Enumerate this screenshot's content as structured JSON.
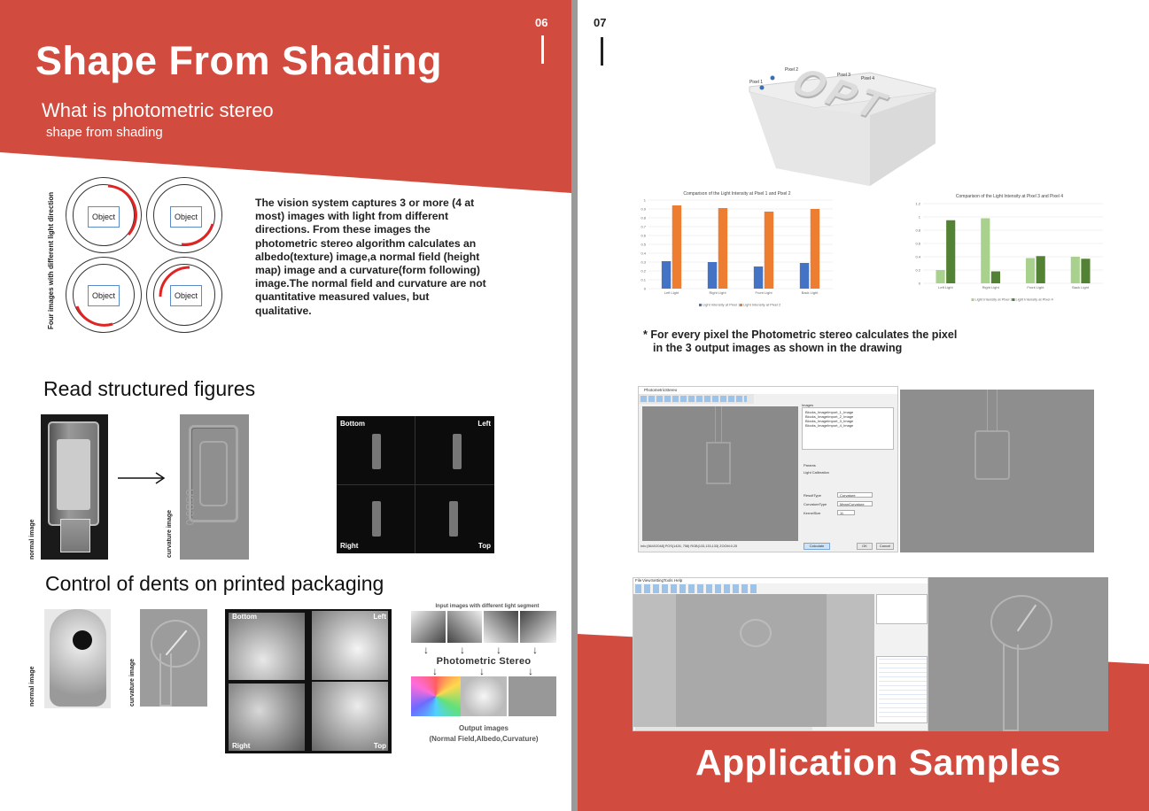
{
  "left_page": {
    "page_number": "06",
    "title": "Shape From Shading",
    "subtitle": "What is photometric stereo",
    "subtitle2": "shape from shading",
    "diagram": {
      "side_label": "Four images with different light direction",
      "object_label": "Object",
      "accent_color": "#e02424"
    },
    "description": "The vision system captures 3 or more (4 at most) images with light from different directions. From these images the photometric stereo algorithm calculates an albedo(texture) image,a normal field (height map) image and a curvature(form following) image.The normal field and curvature are not quantitative measured values, but qualitative.",
    "section1": {
      "heading": "Read structured figures",
      "normal_label": "normal image",
      "curvature_label": "curvature image",
      "quad_labels": [
        "Bottom",
        "Left",
        "Right",
        "Top"
      ],
      "embossed_text": "USB3.0"
    },
    "section2": {
      "heading": "Control of dents on printed packaging",
      "normal_label": "normal image",
      "curvature_label": "curvature image",
      "quad_labels": [
        "Bottom",
        "Left",
        "Right",
        "Top"
      ],
      "input_caption": "Input images with different light segment",
      "process_label": "Photometric Stereo",
      "output_caption": "Output images",
      "output_caption2": "(Normal Field,Albedo,Curvature)"
    }
  },
  "right_page": {
    "page_number": "07",
    "pixel_labels": [
      "Pixel 1",
      "Pixel 2",
      "Pixel 3",
      "Pixel 4"
    ],
    "box_text": "OPT",
    "note_line1": "* For every pixel the Photometric stereo calculates the pixel",
    "note_line2": "in the 3 output images as shown in the drawing",
    "footer_title": "Application Samples",
    "software1": {
      "window_title": "PhotometricStereo",
      "panel_heading": "Images",
      "image_items": [
        "Blocks_ImageImport_1_Image",
        "Blocks_ImageImport_2_Image",
        "Blocks_ImageImport_3_Image",
        "Blocks_ImageImport_4_Image"
      ],
      "params_heading": "Params",
      "light_calibration": "Light Calibration",
      "param_labels": [
        "ResultType",
        "CurvatureType",
        "KernelSize"
      ],
      "param_values": [
        "Curvature",
        "MeanCurvature",
        "11"
      ],
      "buttons": [
        "Calculate",
        "OK",
        "Cancel"
      ],
      "status": "Info    [664X2048]  POS(1426, 758)  RGB(133,133,133)  ZOOM:0.25"
    },
    "software2": {
      "menu": [
        "File",
        "View",
        "Setting",
        "Tools",
        "Help"
      ]
    }
  },
  "chart_data": [
    {
      "type": "bar",
      "title": "Comparison of the Light Intensity at Pixel 1 and Pixel 2",
      "categories": [
        "Left Light",
        "Right Light",
        "Front Light",
        "Back Light"
      ],
      "series": [
        {
          "name": "Light Intensity at Pixel 1",
          "values": [
            0.31,
            0.3,
            0.25,
            0.29
          ],
          "color": "#4472c4"
        },
        {
          "name": "Light Intensity at Pixel 2",
          "values": [
            0.94,
            0.91,
            0.87,
            0.9
          ],
          "color": "#ed7d31"
        }
      ],
      "ylim": [
        0,
        1
      ],
      "yticks": [
        0,
        0.1,
        0.2,
        0.3,
        0.4,
        0.5,
        0.6,
        0.7,
        0.8,
        0.9,
        1
      ],
      "grid": true,
      "legend": "bottom"
    },
    {
      "type": "bar",
      "title": "Comparison of the Light Intensity at Pixel 3 and Pixel 4",
      "categories": [
        "Left Light",
        "Right Light",
        "Front Light",
        "Back Light"
      ],
      "series": [
        {
          "name": "Light Intensity at Pixel 3",
          "values": [
            0.2,
            0.98,
            0.38,
            0.4
          ],
          "color": "#a9d18e"
        },
        {
          "name": "Light Intensity at Pixel 4",
          "values": [
            0.95,
            0.18,
            0.41,
            0.37
          ],
          "color": "#548235"
        }
      ],
      "ylim": [
        0,
        1.2
      ],
      "yticks": [
        0,
        0.2,
        0.4,
        0.6,
        0.8,
        1,
        1.2
      ],
      "grid": true,
      "legend": "bottom"
    }
  ]
}
